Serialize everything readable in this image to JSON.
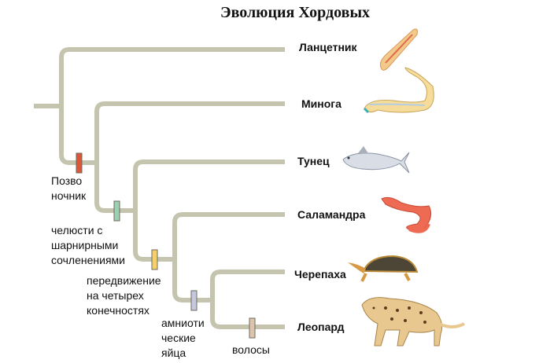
{
  "title": "Эволюция Хордовых",
  "taxa": [
    {
      "name": "Ланцетник",
      "icon": "lancelet-icon"
    },
    {
      "name": "Минога",
      "icon": "lamprey-icon"
    },
    {
      "name": "Тунец",
      "icon": "tuna-icon"
    },
    {
      "name": "Саламандра",
      "icon": "salamander-icon"
    },
    {
      "name": "Черепаха",
      "icon": "turtle-icon"
    },
    {
      "name": "Леопард",
      "icon": "leopard-icon"
    }
  ],
  "traits": [
    {
      "lines": [
        "Позво",
        "ночник"
      ],
      "color": "#d9573a"
    },
    {
      "lines": [
        "челюсти с",
        "шарнирными",
        "сочленениями"
      ],
      "color": "#9fcfb3"
    },
    {
      "lines": [
        "передвижение",
        "на четырех",
        "конечностях"
      ],
      "color": "#f5cf6a"
    },
    {
      "lines": [
        "амниоти",
        "ческие",
        "яйца"
      ],
      "color": "#c6c8e0"
    },
    {
      "lines": [
        "волосы"
      ],
      "color": "#dcc4ae"
    }
  ],
  "colors": {
    "branch": "#c5c4ae",
    "marker_border": "#6b6b5e"
  }
}
